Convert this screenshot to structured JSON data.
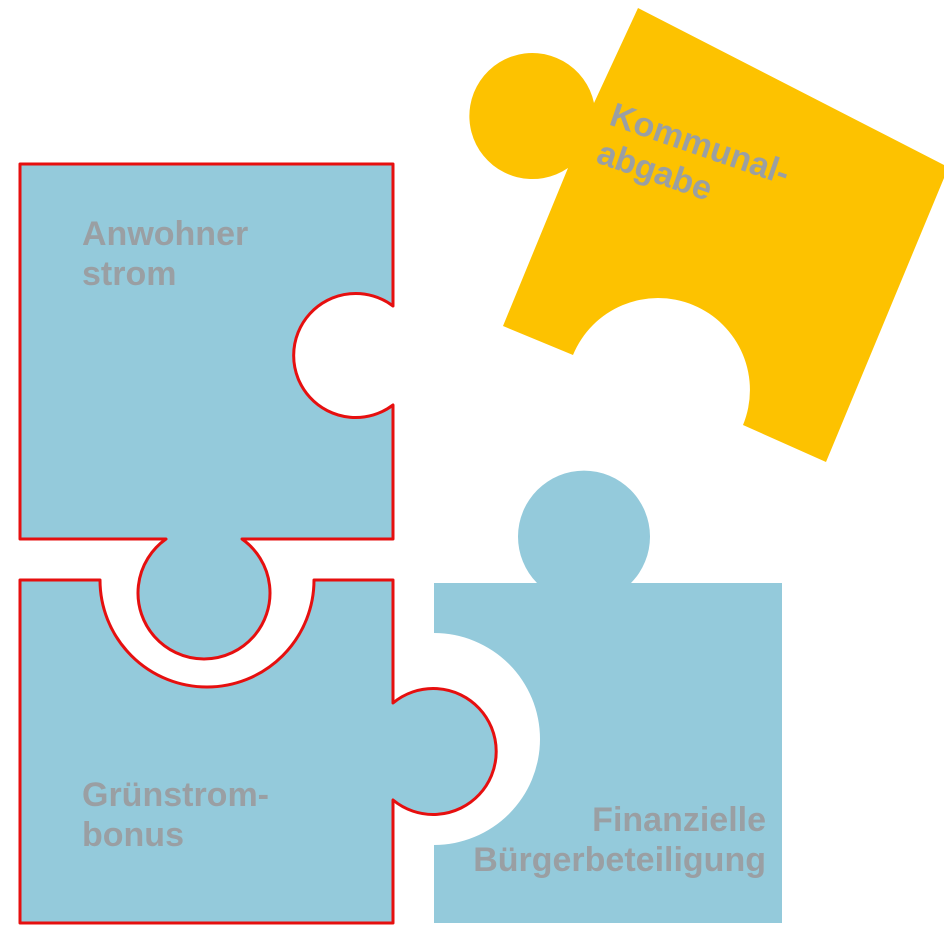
{
  "colors": {
    "blue_piece": "#94cadb",
    "yellow_piece": "#fdc200",
    "highlight_outline": "#e60f0f",
    "label_text": "#9a9fa3"
  },
  "pieces": {
    "anwohnerstrom": {
      "line1": "Anwohner",
      "line2": "strom",
      "highlighted": true,
      "color": "blue"
    },
    "gruenstrombonus": {
      "line1": "Grünstrom-",
      "line2": "bonus",
      "highlighted": true,
      "color": "blue"
    },
    "finanzielle_buergerbeteiligung": {
      "line1": "Finanzielle",
      "line2": "Bürgerbeteiligung",
      "highlighted": false,
      "color": "blue"
    },
    "kommunalabgabe": {
      "line1": "Kommunal-",
      "line2": "abgabe",
      "highlighted": false,
      "color": "yellow"
    }
  }
}
